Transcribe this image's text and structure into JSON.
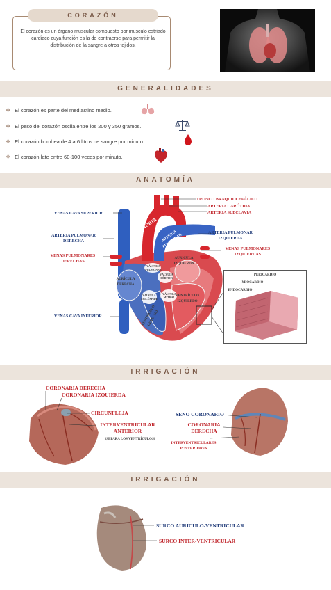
{
  "intro": {
    "title": "CORAZÓN",
    "text": "El corazón es un órgano muscular compuesto por musculo estriado cardiaco cuya función es la de contraerse para permitir la distribución de la sangre a otros tejidos."
  },
  "generalidades": {
    "title": "GENERALIDADES",
    "items": [
      {
        "text": "El corazón es parte del mediastino medio.",
        "icon": "lungs-icon"
      },
      {
        "text": "El peso del corazón oscila entre los 200 y 350 gramos.",
        "icon": "scale-icon"
      },
      {
        "text": "El corazón bombea de 4 a 6 litros de sangre por minuto.",
        "icon": "blood-drop-icon"
      },
      {
        "text": "El corazón late entre 60-100 veces por minuto.",
        "icon": "heart-icon"
      }
    ]
  },
  "anatomia": {
    "title": "ANATOMÍA",
    "labels": {
      "vena_cava_superior": "VENAS CAVA SUPERIOR",
      "arteria_pulmonar_derecha": "ARTERIA PULMONAR DERECHA",
      "venas_pulmonares_derechas": "VENAS PULMONARES DERECHAS",
      "vena_cava_inferior": "VENAS CAVA INFERIOR",
      "tronco": "TRONCO BRAQUIOCEFÁLICO",
      "carotida": "ARTERIA CARÓTIDA",
      "subclavia": "ARTERIA SUBCLAVIA",
      "arteria_pulmonar_izquierda": "ARTERIA PULMONAR IZQUIERDA",
      "venas_pulmonares_izquierdas": "VENAS PULMONARES IZQUIERDAS",
      "aorta": "AORTA",
      "arteria_pulmonar": "ARTERIA PULMONAR",
      "auricula_derecha": "AURÍCULA DERECHA",
      "auricula_izquierda": "AURÍCULA IZQUIERDA",
      "ventriculo_derecho": "VENTRÍCULO DERECHO",
      "ventriculo_izquierdo": "VENTRÍCULO IZQUIERDO",
      "valvula_pulmonar": "VÁLVULA PULMONAR",
      "valvula_tricuspide": "VÁLVULA TRICÚSPIDE",
      "valvula_aortica": "VÁLVULA AÓRTICA",
      "valvula_mitral": "VÁLVULA MITRAL",
      "pericardio": "PERICARDIO",
      "miocardio": "MIOCARDIO",
      "endocardio": "ENDOCARDIO"
    }
  },
  "irrigacion1": {
    "title": "IRRIGACIÓN",
    "labels": {
      "coronaria_derecha": "CORONARIA DERECHA",
      "coronaria_izquierda": "CORONARIA IZQUIERDA",
      "circunfleja": "CIRCUNFLEJA",
      "interventricular_anterior": "INTERVENTRICULAR ANTERIOR",
      "separa": "(SEPARA LOS VENTRÍCULOS)",
      "seno_coronario": "SENO CORONARIO",
      "coronaria_derecha2": "CORONARIA DERECHA",
      "interventriculares_posteriores": "INTERVENTRICULARES POSTERIORES"
    }
  },
  "irrigacion2": {
    "title": "IRRIGACIÓN",
    "labels": {
      "surco_av": "SURCO AURICULO-VENTRICULAR",
      "surco_iv": "SURCO INTER-VENTRICULAR"
    }
  }
}
